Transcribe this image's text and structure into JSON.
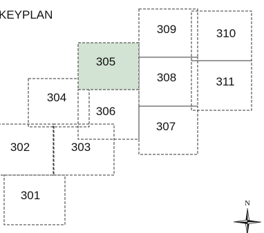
{
  "title": "KEYPLAN",
  "colors": {
    "highlight_fill": "#d3e3d3",
    "outline": "#333333",
    "background": "#ffffff"
  },
  "sheets": [
    {
      "id": "301",
      "label": "301",
      "highlighted": false
    },
    {
      "id": "302",
      "label": "302",
      "highlighted": false
    },
    {
      "id": "303",
      "label": "303",
      "highlighted": false
    },
    {
      "id": "304",
      "label": "304",
      "highlighted": false
    },
    {
      "id": "305",
      "label": "305",
      "highlighted": true
    },
    {
      "id": "306",
      "label": "306",
      "highlighted": false
    },
    {
      "id": "307",
      "label": "307",
      "highlighted": false
    },
    {
      "id": "308",
      "label": "308",
      "highlighted": false
    },
    {
      "id": "309",
      "label": "309",
      "highlighted": false
    },
    {
      "id": "310",
      "label": "310",
      "highlighted": false
    },
    {
      "id": "311",
      "label": "311",
      "highlighted": false
    }
  ],
  "north_arrow": {
    "label": "N",
    "icon": "north-arrow-icon"
  }
}
